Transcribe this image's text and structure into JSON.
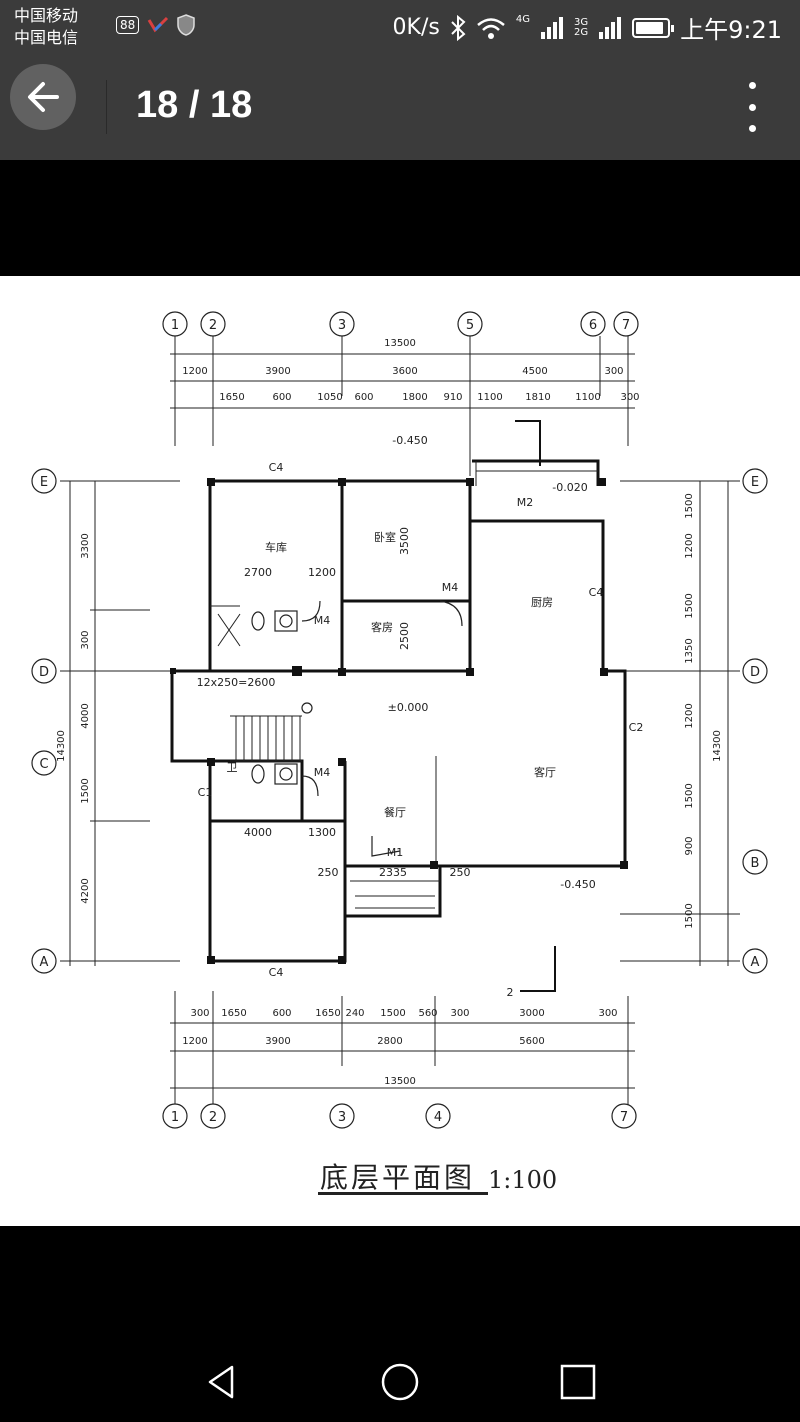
{
  "status": {
    "carrier1": "中国移动",
    "carrier2": "中国电信",
    "badge": "88",
    "speed": "0K/s",
    "net_4g": "4G",
    "net_3g": "3G",
    "net_2g": "2G",
    "time": "上午9:21",
    "battery_level": 0.9
  },
  "app_bar": {
    "page_counter": "18 / 18",
    "back_icon": "arrow-left-icon",
    "more_icon": "more-vert-icon"
  },
  "drawing": {
    "title": "底层平面图",
    "scale": "1:100",
    "axes_top": [
      "1",
      "2",
      "3",
      "5",
      "6",
      "7"
    ],
    "axes_bottom": [
      "1",
      "2",
      "3",
      "4",
      "7"
    ],
    "axes_left": [
      "E",
      "D",
      "C",
      "A"
    ],
    "axes_right": [
      "E",
      "D",
      "B",
      "A"
    ],
    "dim_top_total": "13500",
    "dim_top_row1": [
      "1200",
      "3900",
      "3600",
      "4500",
      "300"
    ],
    "dim_top_row2": [
      "1650",
      "600",
      "1050",
      "600",
      "1800",
      "910",
      "1100",
      "1810",
      "1100",
      "300"
    ],
    "dim_bottom_row1": [
      "300",
      "1650",
      "600",
      "1650",
      "240",
      "1500",
      "560",
      "300",
      "3000",
      "300"
    ],
    "dim_bottom_row2": [
      "1200",
      "3900",
      "2800",
      "5600"
    ],
    "dim_bottom_total": "13500",
    "dim_left_total": "14300",
    "dim_left": [
      "3300",
      "300",
      "4000",
      "1500",
      "4200"
    ],
    "dim_right_total": "14300",
    "dim_right": [
      "1500",
      "1200",
      "1500",
      "1350",
      "1200",
      "1500",
      "900",
      "1500"
    ],
    "room_labels": [
      "车库",
      "卧室",
      "客房",
      "客厅",
      "厨房",
      "餐厅",
      "卫"
    ],
    "elevations": [
      "-0.450",
      "±0.000",
      "-0.020",
      "-0.450"
    ],
    "door_labels": [
      "M2",
      "M4",
      "M4",
      "M4",
      "M1"
    ],
    "window_labels": [
      "C4",
      "C4",
      "C4",
      "C2",
      "C1"
    ],
    "misc": [
      "2700",
      "1200",
      "3500",
      "2500",
      "2335",
      "250",
      "250",
      "1300",
      "12x250=2600",
      "4000",
      "2"
    ]
  },
  "nav": {
    "back_icon": "triangle-back-icon",
    "home_icon": "circle-home-icon",
    "recents_icon": "square-recents-icon"
  }
}
